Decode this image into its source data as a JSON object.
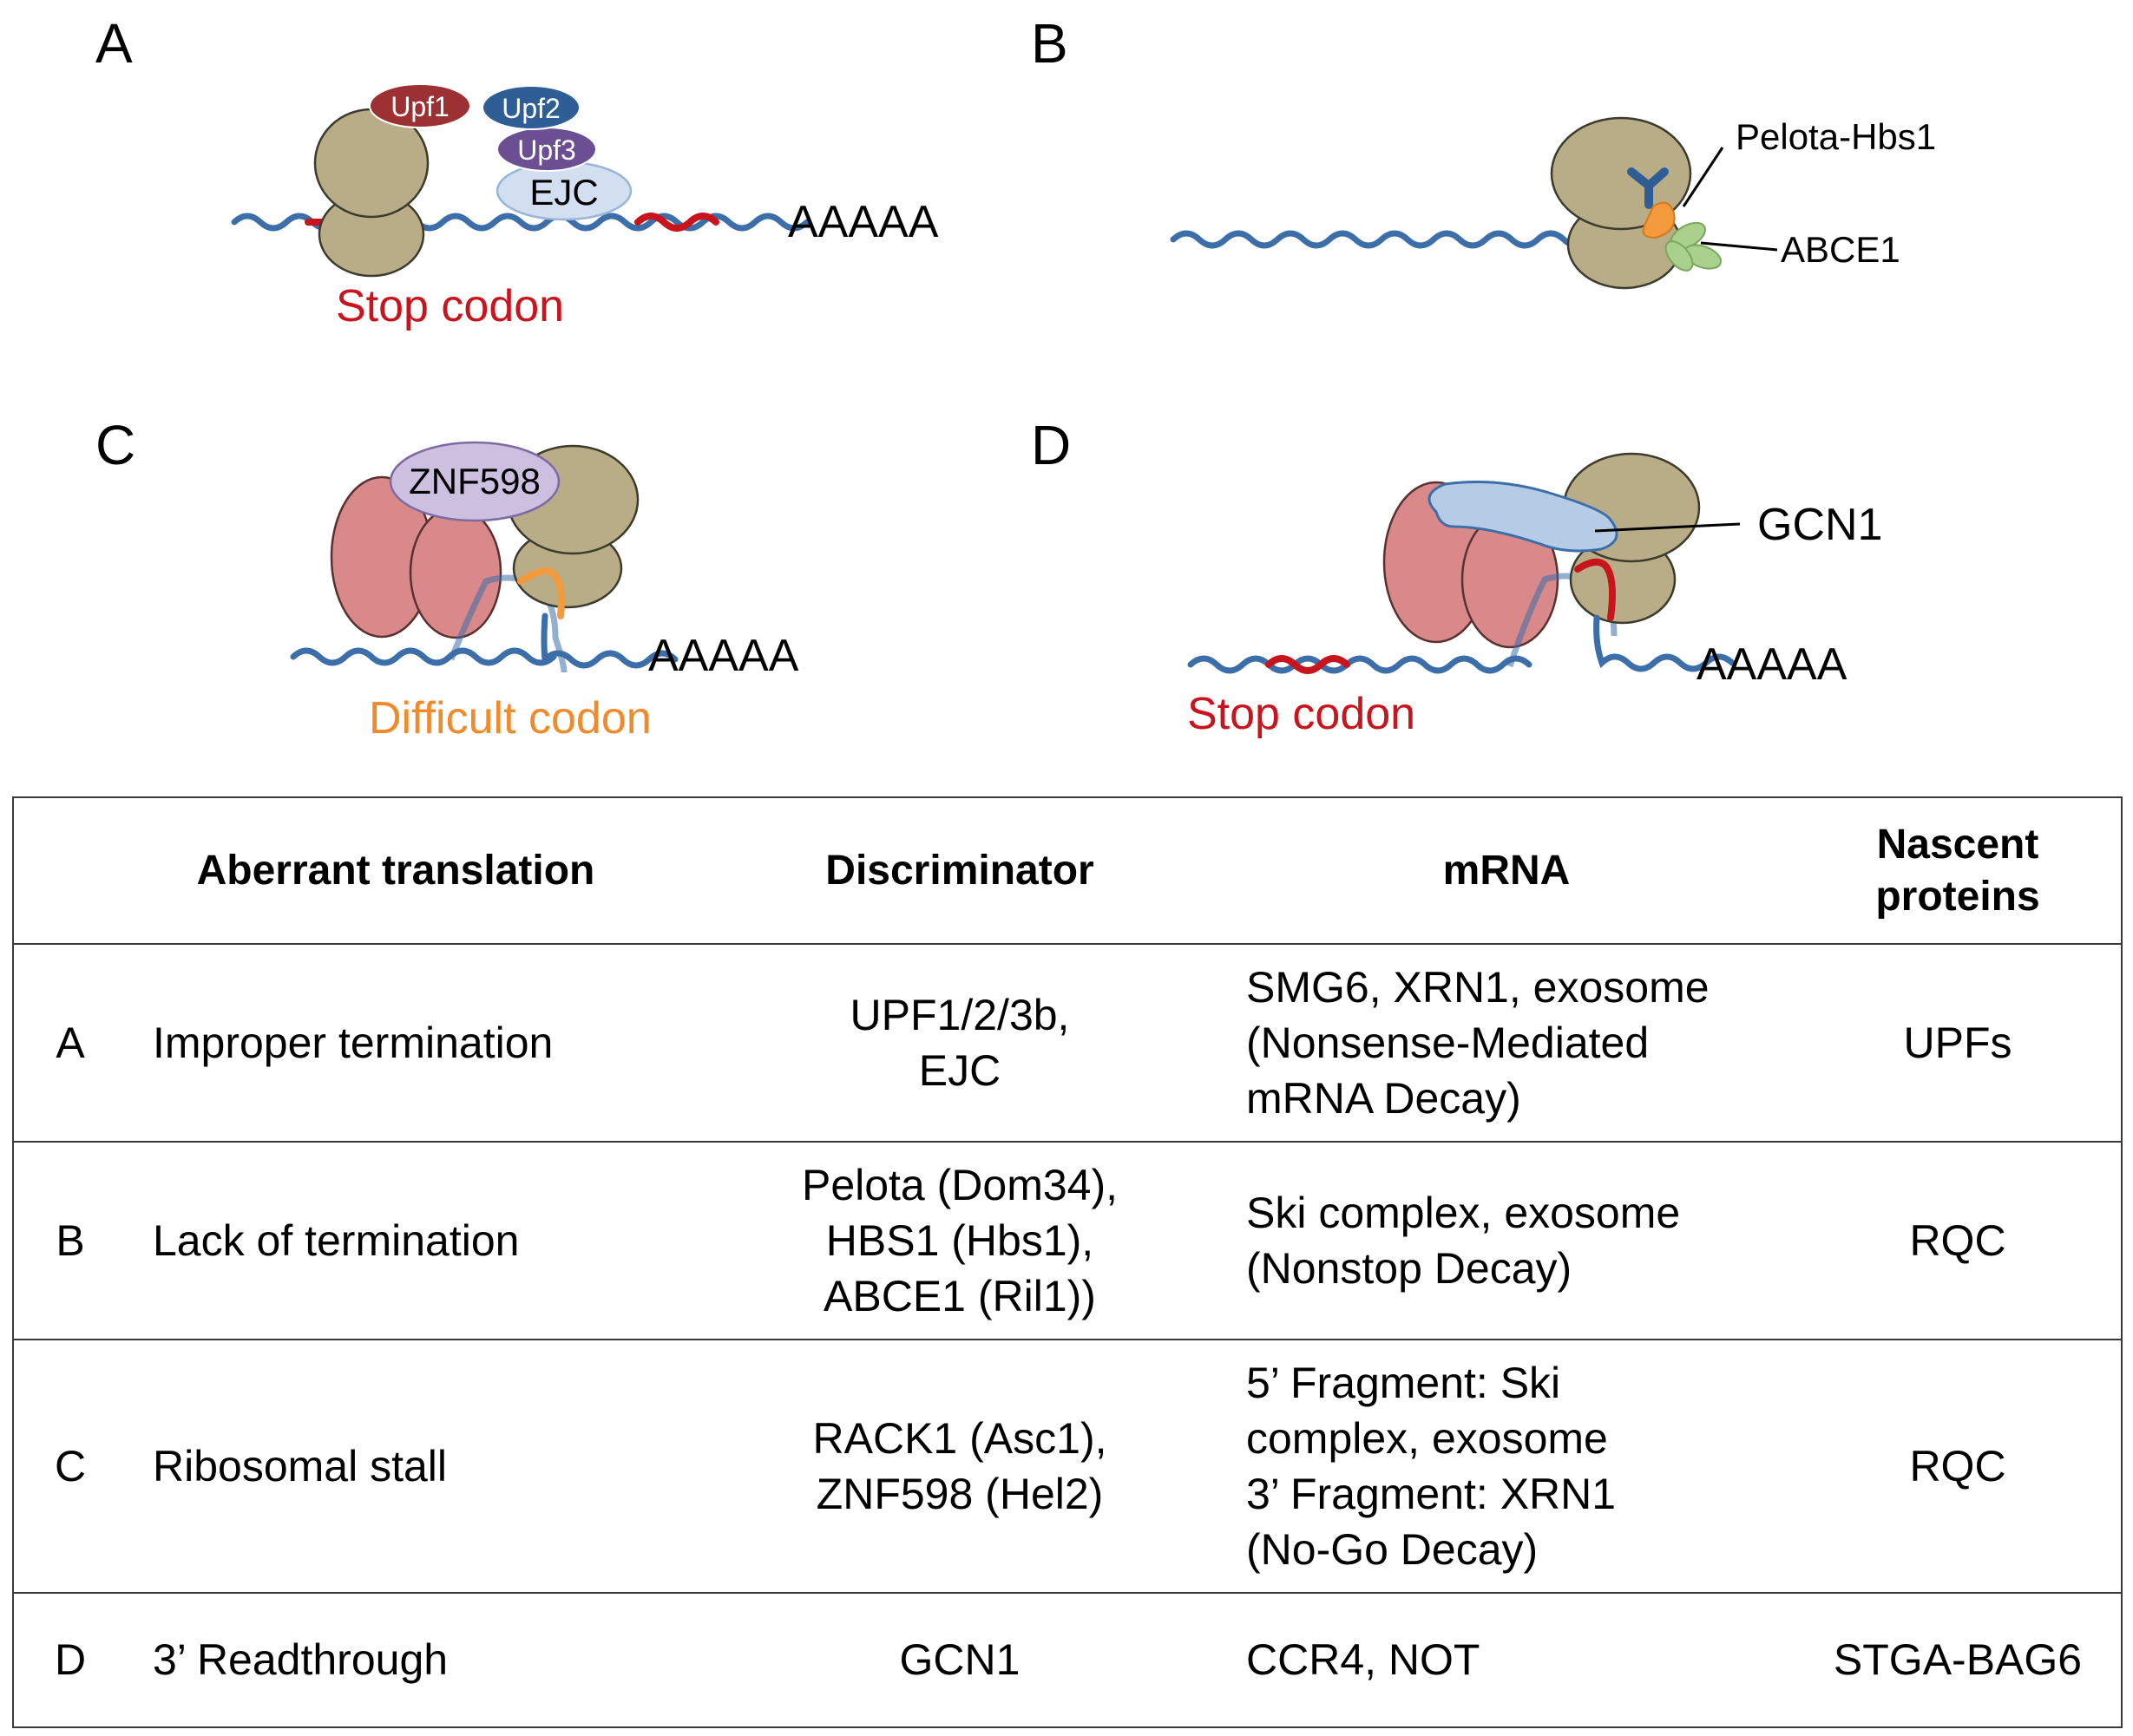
{
  "panels": {
    "A": {
      "letter": "A",
      "upf1": "Upf1",
      "upf2": "Upf2",
      "upf3": "Upf3",
      "ejc": "EJC",
      "polya": "AAAAA",
      "stop_label": "Stop codon"
    },
    "B": {
      "letter": "B",
      "pelota": "Pelota-Hbs1",
      "abce1": "ABCE1"
    },
    "C": {
      "letter": "C",
      "znf": "ZNF598",
      "polya": "AAAAA",
      "difficult_label": "Difficult codon"
    },
    "D": {
      "letter": "D",
      "gcn1": "GCN1",
      "polya": "AAAAA",
      "stop_label": "Stop codon"
    }
  },
  "colors": {
    "ribosome": "#b8ad86",
    "collided_ribosome": "#d9898a",
    "mrna": "#3c6ea9",
    "stop_codon": "#c8141c",
    "difficult_codon": "#f39a3c",
    "upf1": "#9c3033",
    "upf2": "#2f5e97",
    "upf3": "#6b4f92",
    "ejc": "#d2dff0",
    "znf598": "#cdbfe0",
    "gcn1": "#b6cbe6",
    "abce1": "#a9d08c"
  },
  "table": {
    "headers": {
      "letter": "",
      "aberrant": "Aberrant translation",
      "discriminator": "Discriminator",
      "mrna": "mRNA",
      "nascent": "Nascent\nproteins"
    },
    "rows": [
      {
        "letter": "A",
        "aberrant": "Improper termination",
        "discriminator": "UPF1/2/3b,\nEJC",
        "mrna": "SMG6, XRN1, exosome\n(Nonsense-Mediated\nmRNA Decay)",
        "nascent": "UPFs"
      },
      {
        "letter": "B",
        "aberrant": "Lack of termination",
        "discriminator": "Pelota (Dom34),\nHBS1 (Hbs1),\nABCE1 (Ril1))",
        "mrna": "Ski complex, exosome\n(Nonstop Decay)",
        "nascent": "RQC"
      },
      {
        "letter": "C",
        "aberrant": "Ribosomal stall",
        "discriminator": "RACK1 (Asc1),\nZNF598 (Hel2)",
        "mrna": "5’ Fragment: Ski\ncomplex, exosome\n3’ Fragment: XRN1\n(No-Go Decay)",
        "nascent": "RQC"
      },
      {
        "letter": "D",
        "aberrant": "3’ Readthrough",
        "discriminator": "GCN1",
        "mrna": "CCR4, NOT",
        "nascent": "STGA-BAG6"
      }
    ]
  }
}
